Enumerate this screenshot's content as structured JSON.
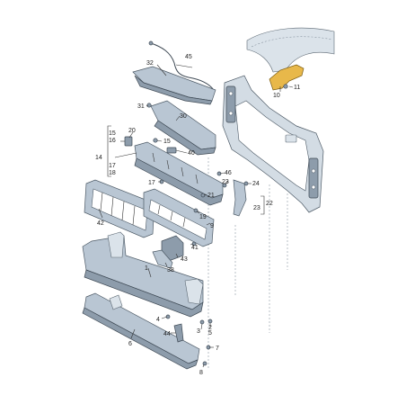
{
  "callouts": {
    "c1": "1",
    "c2": "2",
    "c3": "3",
    "c4": "4",
    "c5": "5",
    "c6": "6",
    "c7": "7",
    "c8": "8",
    "c9": "9",
    "c10": "10",
    "c11": "11",
    "c14": "14",
    "c15": "15",
    "c16": "16",
    "c17": "17",
    "c18": "18",
    "c19": "19",
    "c20": "20",
    "c21": "21",
    "c22": "22",
    "c23a": "23",
    "c23b": "23",
    "c24": "24",
    "c30": "30",
    "c31": "31",
    "c32": "32",
    "c38": "38",
    "c40": "40",
    "c41": "41",
    "c42": "42",
    "c43": "43",
    "c44": "44",
    "c45": "45",
    "c46": "46"
  },
  "colors": {
    "part_fill": "#b9c6d3",
    "part_dark": "#8d9cab",
    "highlight": "#e8b84a"
  }
}
